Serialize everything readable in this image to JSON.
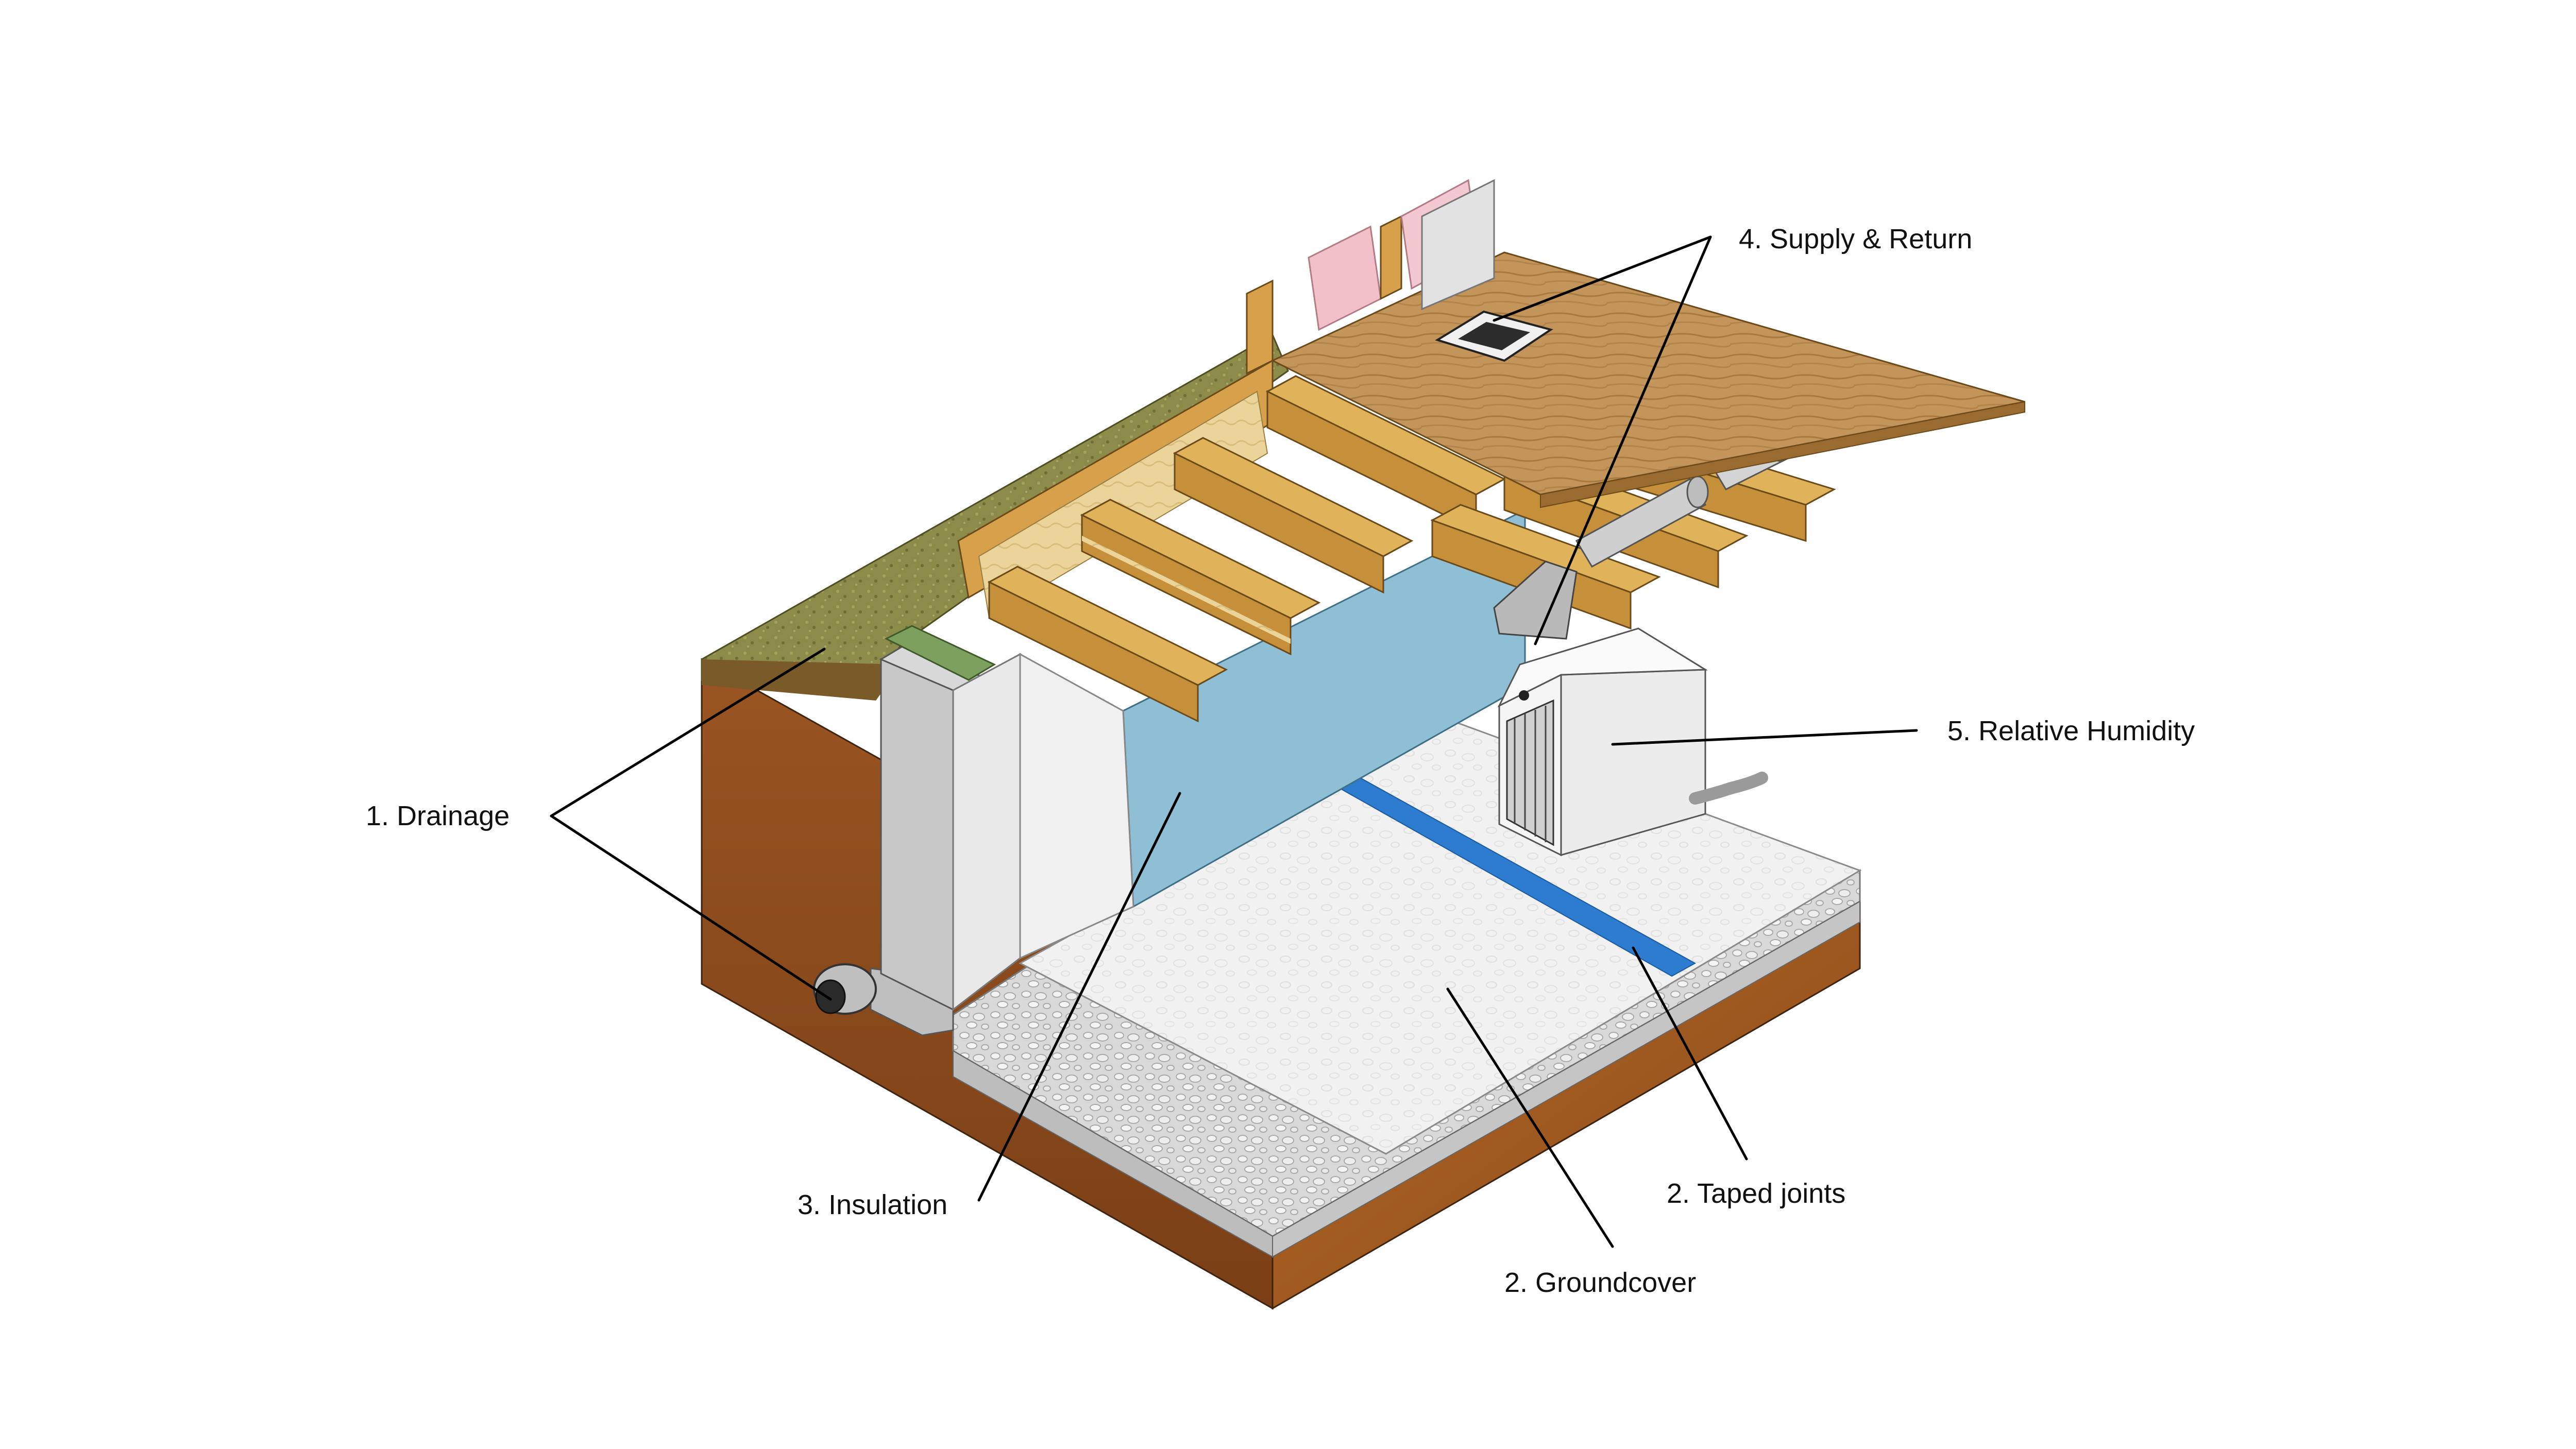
{
  "labels": {
    "drainage": "1. Drainage",
    "groundcover": "2. Groundcover",
    "taped_joints": "2. Taped joints",
    "insulation": "3. Insulation",
    "supply_return": "4. Supply & Return",
    "relative_humidity": "5. Relative Humidity"
  },
  "colors": {
    "soil": "#8a4a1c",
    "grass": "#8c8a48",
    "gravel": "#d7d7d7",
    "slab": "#f2f2f2",
    "tape": "#2e7ccf",
    "foam_board": "#8fbfd4",
    "concrete": "#c8c8c8",
    "joist": "#d8a84a",
    "batt": "#f2c8d0",
    "subfloor": "#b98a4a",
    "duct": "#c9c9c9",
    "dehumidifier": "#f7f7f7"
  }
}
